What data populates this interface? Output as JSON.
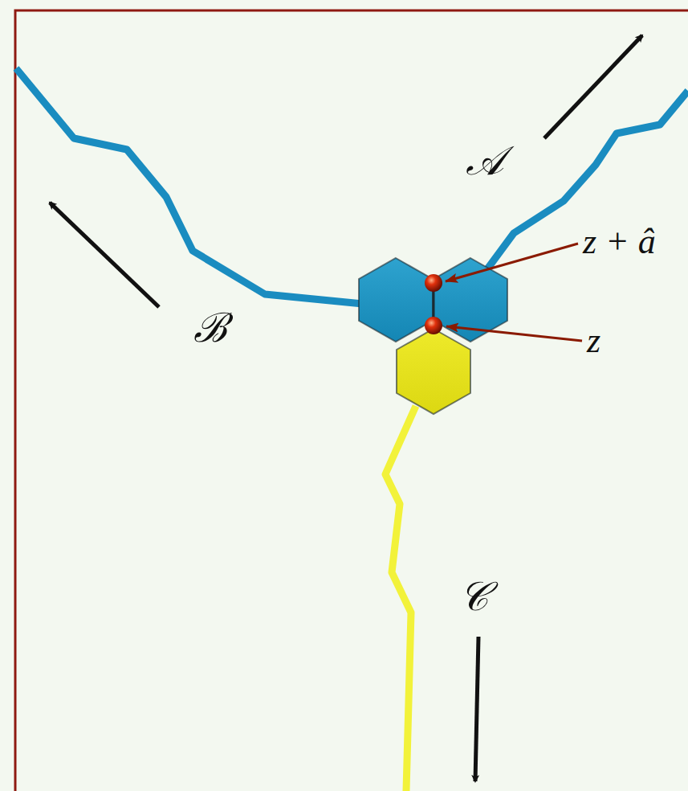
{
  "diagram": {
    "labels": [
      "𝒜",
      "ℬ",
      "𝒞",
      "z + â",
      "z"
    ]
  }
}
